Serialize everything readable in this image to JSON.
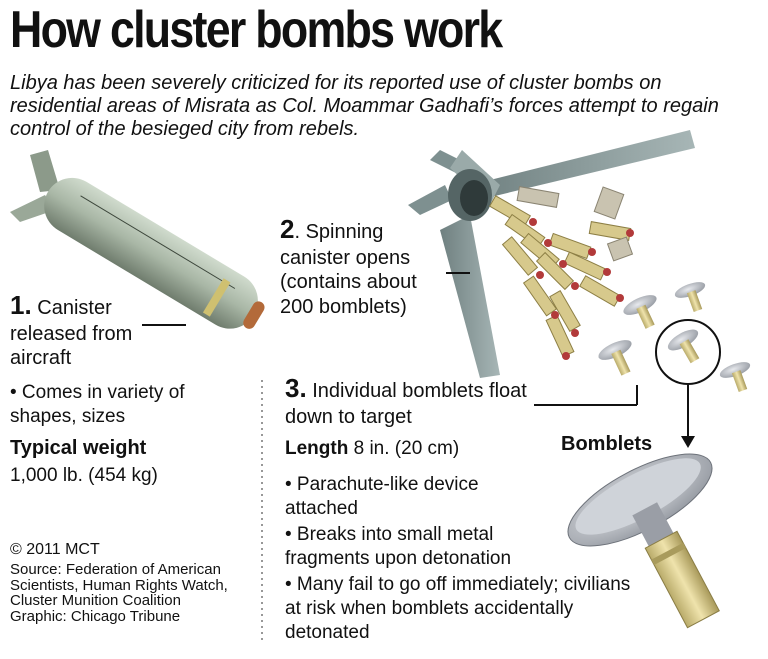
{
  "title": "How cluster bombs work",
  "intro": "Libya has been severely criticized for its reported use of cluster bombs on residential areas of Misrata as Col. Moammar Gadhafi’s forces attempt to regain control of the besieged city from rebels.",
  "step1": {
    "num": "1.",
    "label": "Canister released from aircraft"
  },
  "step1_note": "• Comes in variety of shapes, sizes",
  "weight": {
    "label": "Typical weight",
    "value": "1,000 lb. (454 kg)"
  },
  "step2": {
    "num": "2",
    "label": ". Spinning canister opens (contains about 200 bomblets)"
  },
  "step3": {
    "num": "3.",
    "label": "Individual bomblets float down to target"
  },
  "length": {
    "label": "Length",
    "value": "8 in. (20 cm)"
  },
  "bullets": [
    "• Parachute-like device attached",
    "• Breaks into small metal fragments upon detonation",
    "• Many fail to go off immediately; civilians at risk when bomblets accidentally detonated"
  ],
  "bomblets_label": "Bomblets",
  "credits": {
    "copyright": "© 2011 MCT",
    "source": "Source: Federation of American Scientists, Human Rights Watch, Cluster Munition Coalition",
    "graphic": "Graphic: Chicago Tribune"
  },
  "colors": {
    "canister": "#a9b7a6",
    "tube": "#d8c98a",
    "tip": "#b23a3a",
    "dish": "#b8bcc4"
  }
}
